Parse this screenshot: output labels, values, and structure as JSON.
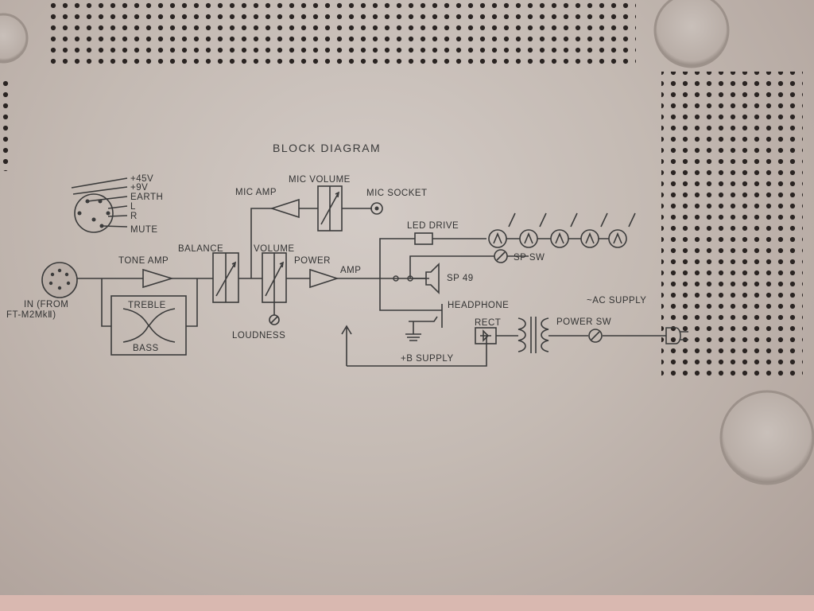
{
  "diagram": {
    "title": "BLOCK DIAGRAM",
    "din_pins": [
      "+45V",
      "+9V",
      "EARTH",
      "L",
      "R",
      "MUTE"
    ],
    "labels": {
      "input": "IN (FROM",
      "input2": "FT-M2MkⅡ)",
      "tone_amp": "TONE AMP",
      "treble": "TREBLE",
      "bass": "BASS",
      "balance": "BALANCE",
      "volume": "VOLUME",
      "loudness": "LOUDNESS",
      "mic_amp": "MIC AMP",
      "mic_volume": "MIC VOLUME",
      "mic_socket": "MIC SOCKET",
      "power_amp_1": "POWER",
      "power_amp_2": "AMP",
      "led_drive": "LED DRIVE",
      "sp_sw": "SP SW",
      "speaker": "SP 49",
      "headphone": "HEADPHONE",
      "rect": "RECT",
      "b_supply": "+B SUPPLY",
      "ac_supply": "~AC SUPPLY",
      "power_sw": "POWER SW"
    },
    "colors": {
      "ink": "#3b3b3b",
      "panel": "#c8beb8",
      "hole": "#2a2422"
    }
  }
}
